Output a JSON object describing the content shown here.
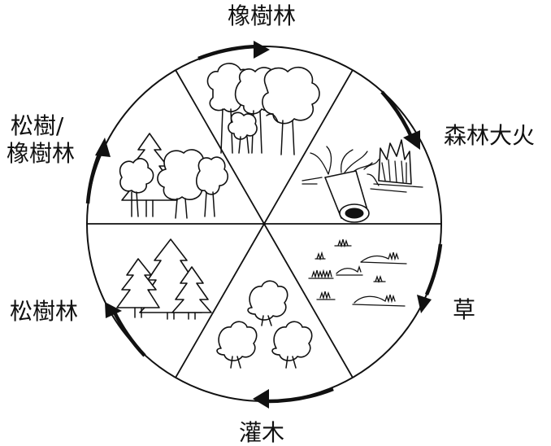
{
  "stages": [
    {
      "key": "oak",
      "label": "橡樹林"
    },
    {
      "key": "fire",
      "label": "森林大火"
    },
    {
      "key": "grass",
      "label": "草"
    },
    {
      "key": "shrub",
      "label": "灌木"
    },
    {
      "key": "pine",
      "label": "松樹林"
    },
    {
      "key": "mixed",
      "label": "松樹/\n橡樹林"
    }
  ],
  "colors": {
    "ink": "#111111",
    "background": "#ffffff"
  }
}
